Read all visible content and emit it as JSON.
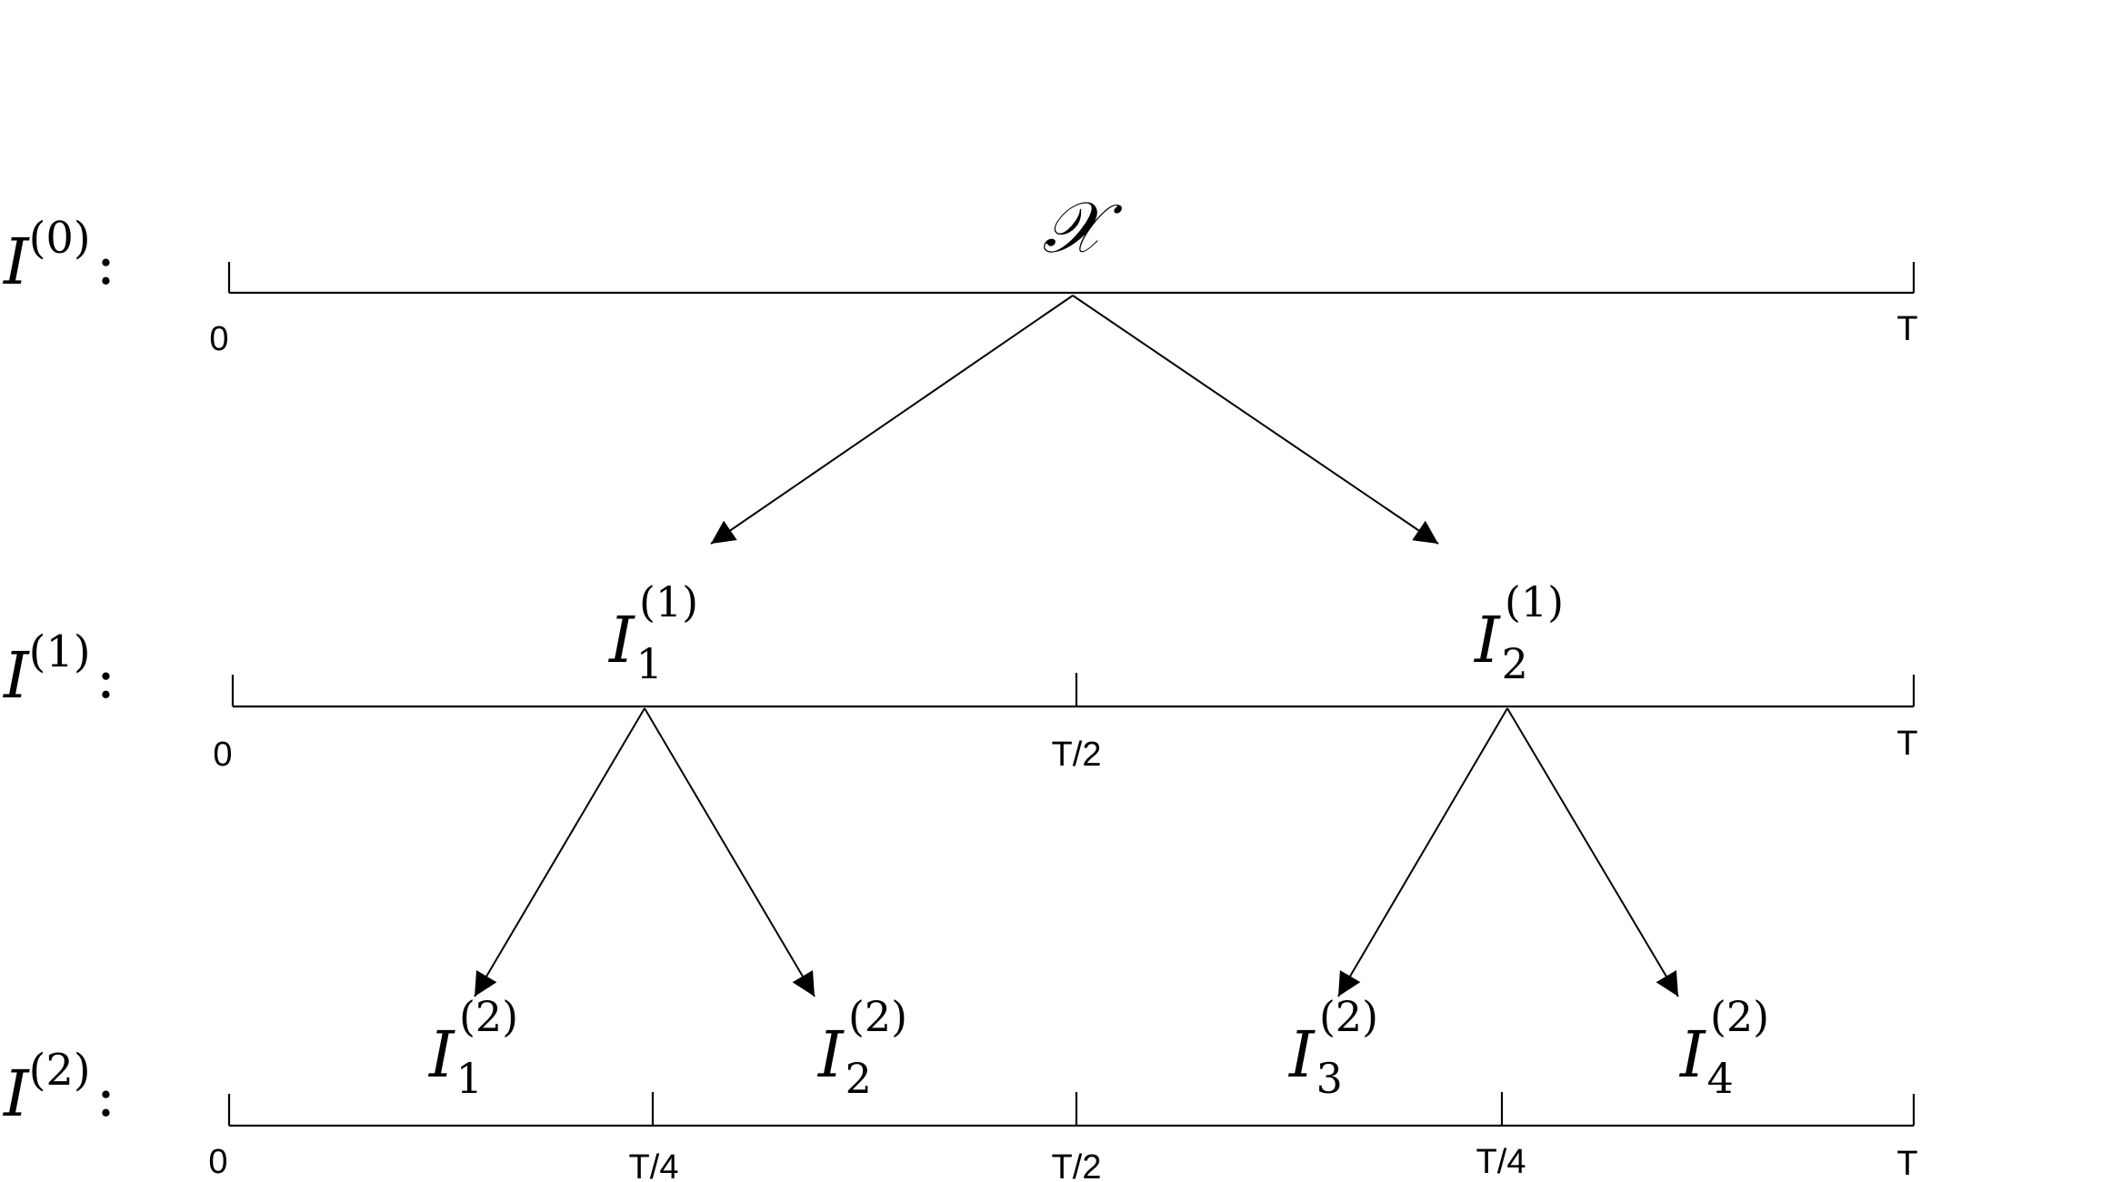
{
  "levels": [
    {
      "label": {
        "base": "I",
        "sup": "(0)"
      },
      "ticks": [
        "0",
        "T"
      ],
      "nodes": [
        {
          "base": "𝒳",
          "sub": "",
          "sup": ""
        }
      ]
    },
    {
      "label": {
        "base": "I",
        "sup": "(1)"
      },
      "ticks": [
        "0",
        "T/2",
        "T"
      ],
      "nodes": [
        {
          "base": "I",
          "sub": "1",
          "sup": "(1)"
        },
        {
          "base": "I",
          "sub": "2",
          "sup": "(1)"
        }
      ]
    },
    {
      "label": {
        "base": "I",
        "sup": "(2)"
      },
      "ticks": [
        "0",
        "T/4",
        "T/2",
        "T/4",
        "T"
      ],
      "nodes": [
        {
          "base": "I",
          "sub": "1",
          "sup": "(2)"
        },
        {
          "base": "I",
          "sub": "2",
          "sup": "(2)"
        },
        {
          "base": "I",
          "sub": "3",
          "sup": "(2)"
        },
        {
          "base": "I",
          "sub": "4",
          "sup": "(2)"
        }
      ]
    }
  ],
  "colon": ":"
}
